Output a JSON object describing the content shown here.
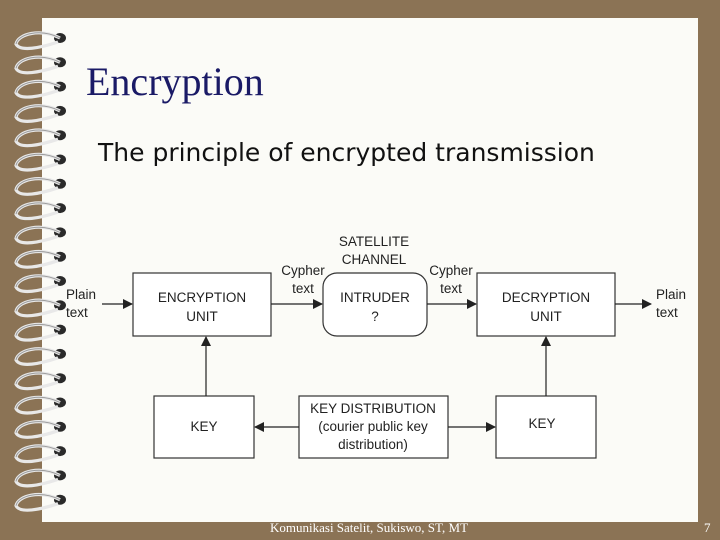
{
  "slide": {
    "title": "Encryption",
    "subtitle": "The principle of encrypted transmission",
    "footer": "Komunikasi Satelit, Sukiswo, ST, MT",
    "page_number": "7"
  },
  "diagram": {
    "satellite_channel": [
      "SATELLITE",
      "CHANNEL"
    ],
    "plain_text_in": [
      "Plain",
      "text"
    ],
    "plain_text_out": [
      "Plain",
      "text"
    ],
    "cypher_text_left": [
      "Cypher",
      "text"
    ],
    "cypher_text_right": [
      "Cypher",
      "text"
    ],
    "encryption_unit": [
      "ENCRYPTION",
      "UNIT"
    ],
    "intruder": [
      "INTRUDER",
      "?"
    ],
    "decryption_unit": [
      "DECRYPTION",
      "UNIT"
    ],
    "key_left": "KEY",
    "key_distribution": [
      "KEY DISTRIBUTION",
      "(courier public key",
      "distribution)"
    ],
    "key_right": "KEY"
  },
  "colors": {
    "frame": "#8b7355",
    "title": "#1a1a66",
    "box_border": "#333333"
  },
  "icons": [
    "spiral-binding-ring-icon"
  ]
}
